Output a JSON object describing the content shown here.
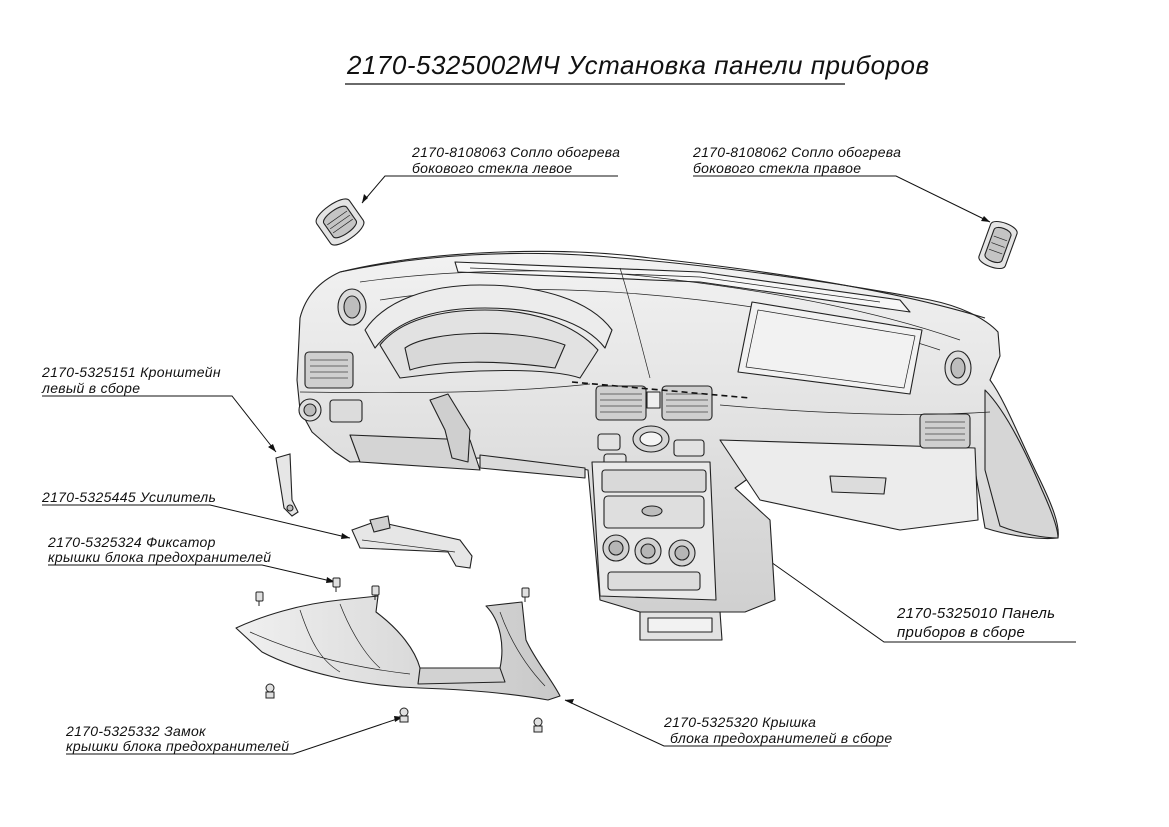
{
  "title": "2170-5325002МЧ Установка панели приборов",
  "callouts": {
    "nozzle_left": {
      "line1": "2170-8108063 Сопло обогрева",
      "line2": "бокового стекла левое"
    },
    "nozzle_right": {
      "line1": "2170-8108062 Сопло обогрева",
      "line2": "бокового стекла правое"
    },
    "bracket_left": {
      "line1": "2170-5325151 Кронштейн",
      "line2": "левый в сборе"
    },
    "reinforcement": {
      "line1": "2170-5325445 Усилитель"
    },
    "retainer": {
      "line1": "2170-5325324 Фиксатор",
      "line2": "крышки блока предохранителей"
    },
    "panel": {
      "line1": "2170-5325010 Панель",
      "line2": "приборов в сборе"
    },
    "lid": {
      "line1": "2170-5325320 Крышка",
      "line2": "блока предохранителей в сборе"
    },
    "lock": {
      "line1": "2170-5325332 Замок",
      "line2": "крышки блока предохранителей"
    }
  },
  "colors": {
    "ink": "#111111",
    "part_fill": "#e6e6e6",
    "part_shade": "#cfcfcf",
    "paper": "#ffffff"
  }
}
